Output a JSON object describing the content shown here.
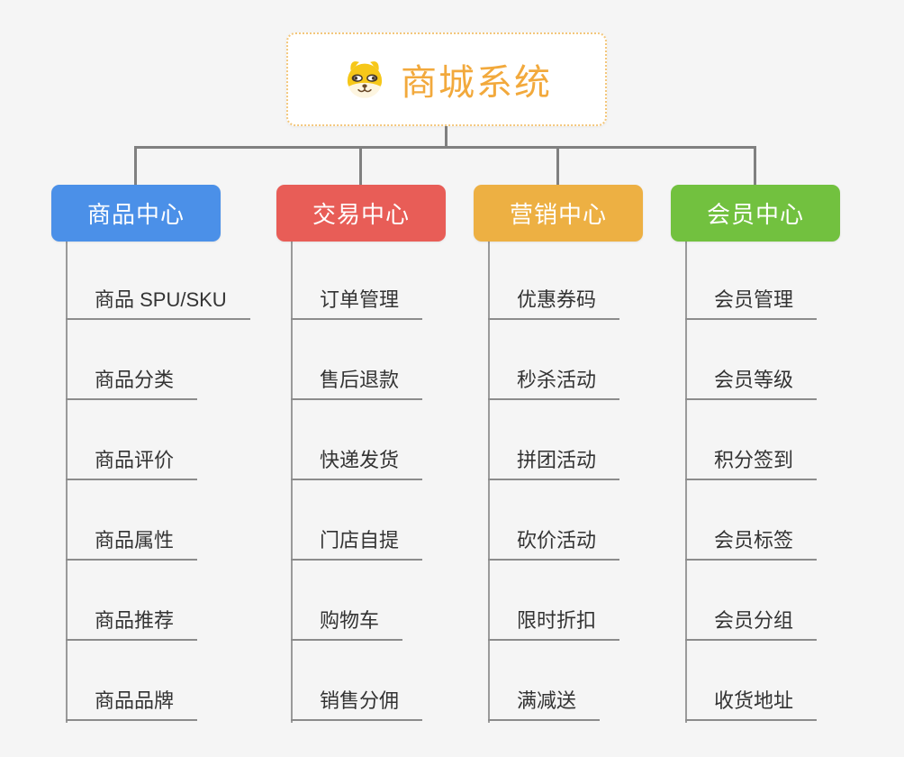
{
  "root": {
    "label": "商城系统",
    "icon": "doge-icon",
    "text_color": "#f2a93c",
    "border_color": "#f3c77c"
  },
  "connector_color": "#808080",
  "background_color": "#f5f5f5",
  "branches": [
    {
      "label": "商品中心",
      "color": "#4b90e8",
      "items": [
        "商品 SPU/SKU",
        "商品分类",
        "商品评价",
        "商品属性",
        "商品推荐",
        "商品品牌"
      ]
    },
    {
      "label": "交易中心",
      "color": "#e85d57",
      "items": [
        "订单管理",
        "售后退款",
        "快递发货",
        "门店自提",
        "购物车",
        "销售分佣"
      ]
    },
    {
      "label": "营销中心",
      "color": "#edb043",
      "items": [
        "优惠券码",
        "秒杀活动",
        "拼团活动",
        "砍价活动",
        "限时折扣",
        "满减送"
      ]
    },
    {
      "label": "会员中心",
      "color": "#72c13f",
      "items": [
        "会员管理",
        "会员等级",
        "积分签到",
        "会员标签",
        "会员分组",
        "收货地址"
      ]
    }
  ]
}
